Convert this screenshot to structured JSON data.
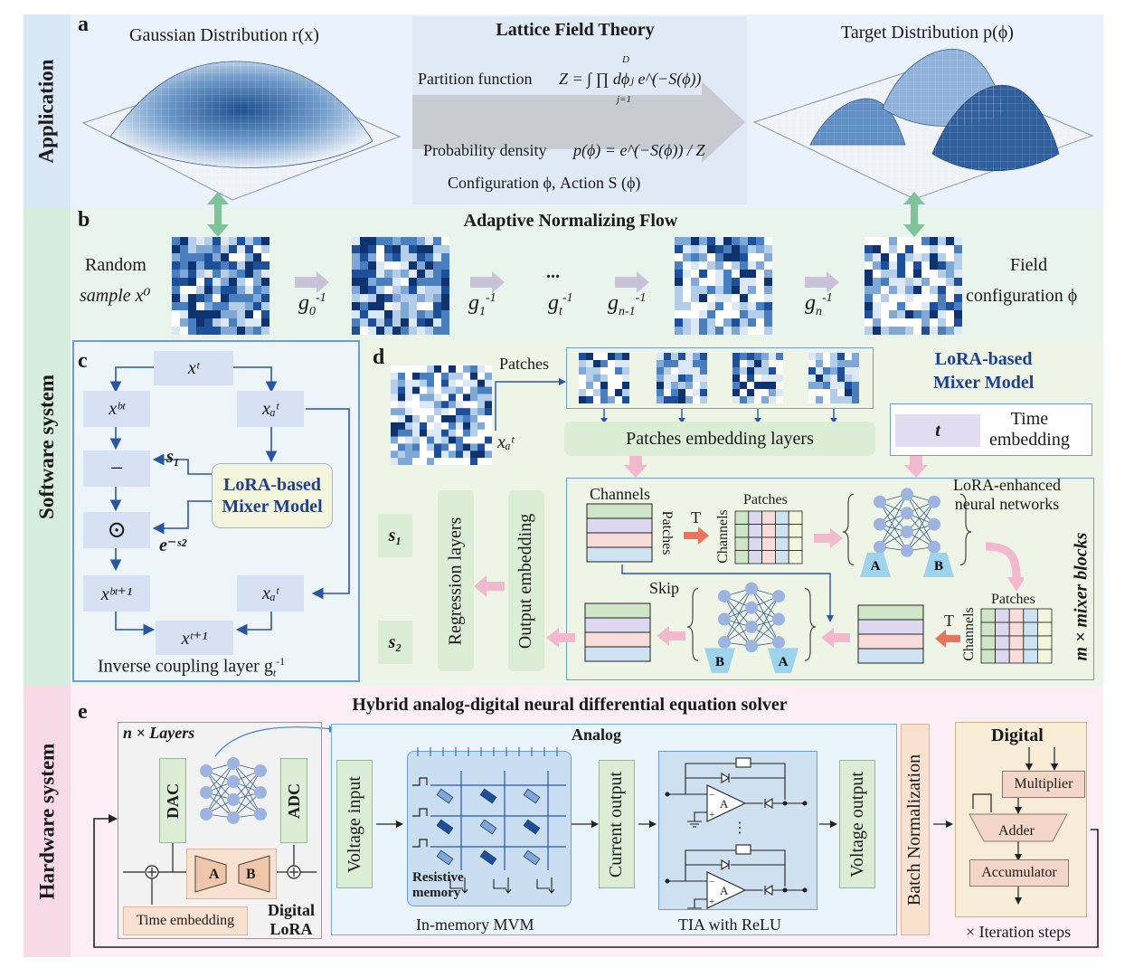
{
  "side_labels": {
    "application": "Application",
    "software": "Software system",
    "hardware": "Hardware system"
  },
  "panel_a": {
    "letter": "a",
    "gaussian_label": "Gaussian Distribution r(x)",
    "target_label": "Target Distribution p(ϕ)",
    "lattice_title": "Lattice Field Theory",
    "partition_label": "Partition function",
    "partition_formula": "Z = ∫ ∏ dϕⱼ e^(−S(ϕ))",
    "partition_upper": "D",
    "partition_lower": "j=1",
    "prob_label": "Probability density",
    "prob_formula": "p(ϕ) = e^(−S(ϕ)) / Z",
    "config_line": "Configuration ϕ, Action S (ϕ)"
  },
  "panel_b": {
    "letter": "b",
    "title": "Adaptive Normalizing Flow",
    "left_line1": "Random",
    "left_line2": "sample x⁰",
    "right_line1": "Field",
    "right_line2": "configuration ϕ",
    "ellipsis": "...",
    "g_labels": [
      "g",
      "g",
      "g",
      "g",
      "g"
    ],
    "g_subs": [
      "0",
      "1",
      "t",
      "n-1",
      "n"
    ],
    "g_sup": "-1"
  },
  "panel_c": {
    "letter": "c",
    "xt": "xᵗ",
    "xbt": "xᵇᵗ",
    "xat": "xₐᵗ",
    "minus": "−",
    "odot": "⊙",
    "s1": "s₁",
    "es2": "e⁻ˢ²",
    "lora_line1": "LoRA-based",
    "lora_line2": "Mixer Model",
    "xb_next": "xᵇᵗ⁺¹",
    "xa_out": "xₐᵗ",
    "x_next": "xᵗ⁺¹",
    "caption": "Inverse coupling layer g",
    "caption_sub": "t",
    "caption_sup": "-1"
  },
  "panel_d": {
    "letter": "d",
    "patches_label": "Patches",
    "xa_label": "xₐᵗ",
    "title_line1": "LoRA-based",
    "title_line2": "Mixer Model",
    "embed_layers": "Patches embedding layers",
    "time_t": "t",
    "time_line1": "Time",
    "time_line2": "embedding",
    "channels": "Channels",
    "patches_rot": "Patches",
    "T": "T",
    "channels_rot": "Channels",
    "patches_top": "Patches",
    "lora_nn_line1": "LoRA-enhanced",
    "lora_nn_line2": "neural networks",
    "skip": "Skip",
    "A": "A",
    "B": "B",
    "mixer_blocks": "m × mixer blocks",
    "output_embedding": "Output embedding",
    "regression": "Regression layers",
    "s1": "s₁",
    "s2": "s₂"
  },
  "panel_e": {
    "letter": "e",
    "title": "Hybrid analog-digital neural differential equation solver",
    "n_layers": "n × Layers",
    "analog": "Analog",
    "dac": "DAC",
    "adc": "ADC",
    "A": "A",
    "B": "B",
    "time_embedding": "Time embedding",
    "digital_lora_1": "Digital",
    "digital_lora_2": "LoRA",
    "voltage_input": "Voltage input",
    "resistive_1": "Resistive",
    "resistive_2": "memory",
    "in_memory": "In-memory MVM",
    "current_output": "Current output",
    "tia": "TIA with ReLU",
    "voltage_output": "Voltage output",
    "batch_norm": "Batch Normalization",
    "digital": "Digital",
    "multiplier": "Multiplier",
    "adder": "Adder",
    "accumulator": "Accumulator",
    "iteration": "× Iteration steps",
    "opamp_A": "A",
    "dots": "⋮"
  },
  "colors": {
    "app_band": "#eaf2fb",
    "sw_band": "#e9f4ec",
    "hw_band": "#fbeef4",
    "green_box": "#dcedd6",
    "pink_arrow": "#f2b8cc",
    "blue_accent": "#1f3f8f",
    "nn_node": "#9eb4e0",
    "lora_A": "#9ed3ee"
  }
}
